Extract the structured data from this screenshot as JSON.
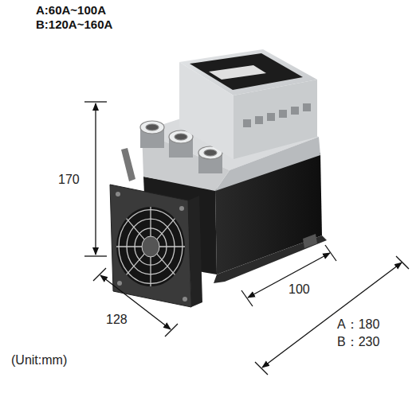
{
  "diagram": {
    "labels": [
      "A:60A~100A",
      "B:120A~160A",
      "170",
      "128",
      "100",
      "A：180",
      "B：230",
      "(Unit:mm)"
    ]
  }
}
